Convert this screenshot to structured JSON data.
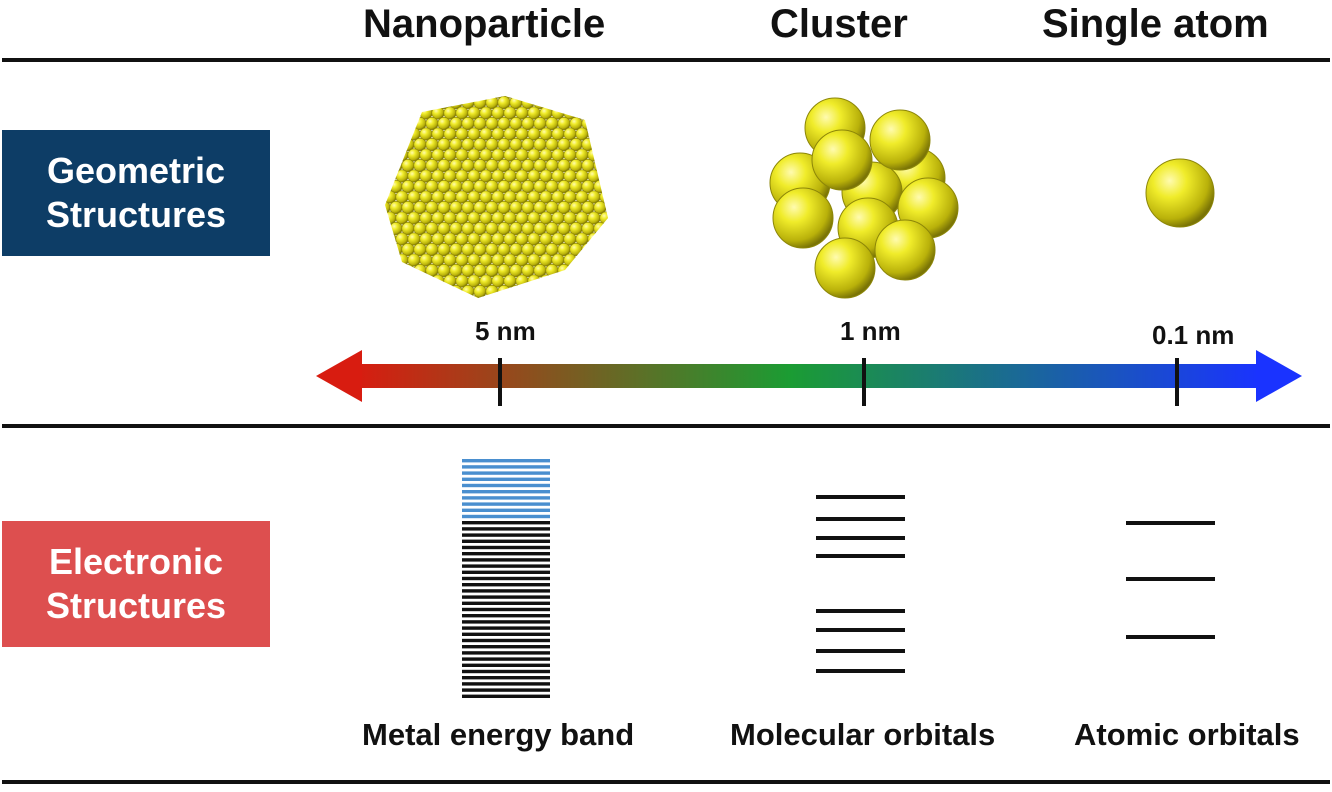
{
  "columns": {
    "nanoparticle": "Nanoparticle",
    "cluster": "Cluster",
    "single_atom": "Single atom"
  },
  "rows": {
    "geometric": {
      "line1": "Geometric",
      "line2": "Structures",
      "color": "#0d3d66"
    },
    "electronic": {
      "line1": "Electronic",
      "line2": "Structures",
      "color": "#dd4f4f"
    }
  },
  "scale": {
    "marks": [
      "5 nm",
      "1 nm",
      "0.1 nm"
    ],
    "gradient": [
      "#d81c10",
      "#1b9c33",
      "#1a33ff"
    ]
  },
  "bottom_labels": {
    "band": "Metal energy band",
    "molecular": "Molecular orbitals",
    "atomic": "Atomic orbitals"
  },
  "colors": {
    "particle": "#e6e21e",
    "band_upper": "#4a8fcf",
    "band_lower": "#111111"
  }
}
